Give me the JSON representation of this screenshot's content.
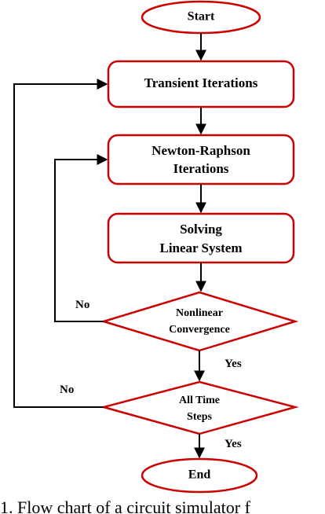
{
  "nodes": {
    "start": "Start",
    "transient": "Transient Iterations",
    "newton_line1": "Newton-Raphson",
    "newton_line2": "Iterations",
    "solve_line1": "Solving",
    "solve_line2": "Linear System",
    "nonlinear_line1": "Nonlinear",
    "nonlinear_line2": "Convergence",
    "alltime_line1": "All Time",
    "alltime_line2": "Steps",
    "end": "End"
  },
  "edges": {
    "no_nonlinear": "No",
    "yes_nonlinear": "Yes",
    "no_alltime": "No",
    "yes_alltime": "Yes"
  },
  "caption": "1. Flow chart of a circuit simulator f",
  "colors": {
    "node_stroke": "#cc0000",
    "line": "#000000"
  }
}
